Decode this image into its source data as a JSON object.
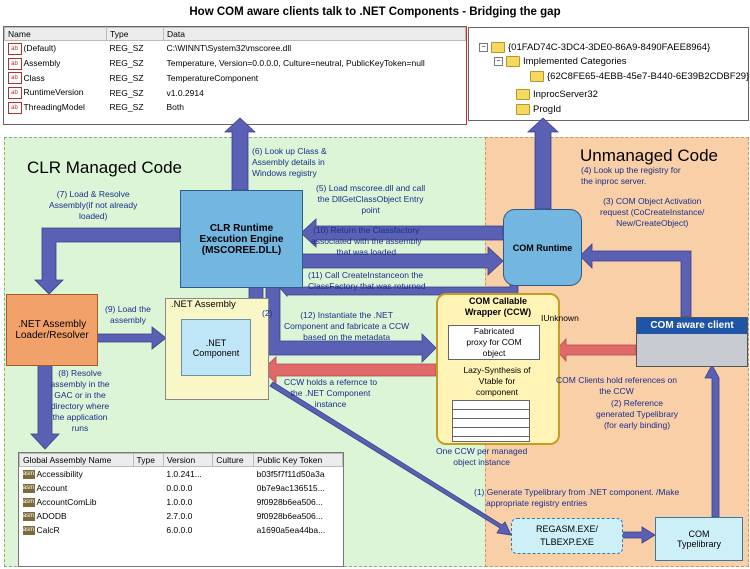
{
  "title": "How COM aware clients talk to .NET Components   -   Bridging the gap",
  "registry": {
    "columns": [
      "Name",
      "Type",
      "Data"
    ],
    "rows": [
      {
        "name": "(Default)",
        "type": "REG_SZ",
        "data": "C:\\WINNT\\System32\\mscoree.dll"
      },
      {
        "name": "Assembly",
        "type": "REG_SZ",
        "data": "Temperature, Version=0.0.0.0, Culture=neutral, PublicKeyToken=null"
      },
      {
        "name": "Class",
        "type": "REG_SZ",
        "data": "TemperatureComponent"
      },
      {
        "name": "RuntimeVersion",
        "type": "REG_SZ",
        "data": "v1.0.2914"
      },
      {
        "name": "ThreadingModel",
        "type": "REG_SZ",
        "data": "Both"
      }
    ]
  },
  "tree": {
    "root": "{01FAD74C-3DC4-3DE0-86A9-8490FAEE8964}",
    "implemented": "Implemented Categories",
    "category": "{62C8FE65-4EBB-45e7-B440-6E39B2CDBF29}",
    "inproc": "InprocServer32",
    "progid": "ProgId"
  },
  "panels": {
    "managed": "CLR Managed Code",
    "unmanaged": "Unmanaged Code"
  },
  "boxes": {
    "clr_line1": "CLR Runtime",
    "clr_line2": "Execution Engine",
    "clr_line3": "(MSCOREE.DLL)",
    "com_runtime": "COM Runtime",
    "loader_line1": ".NET Assembly",
    "loader_line2": "Loader/Resolver",
    "net_assembly": ".NET Assembly",
    "net_component_line1": ".NET",
    "net_component_line2": "Component",
    "ccw_title_line1": "COM Callable",
    "ccw_title_line2": "Wrapper (CCW)",
    "fabricated_line1": "Fabricated",
    "fabricated_line2": "proxy for COM",
    "fabricated_line3": "object",
    "lazy_line1": "Lazy-Synthesis of",
    "lazy_line2": "Vtable for",
    "lazy_line3": "component",
    "iunknown": "IUnknown",
    "com_client": "COM aware client",
    "regasm_line1": "REGASM.EXE/",
    "regasm_line2": "TLBEXP.EXE",
    "com_tl_line1": "COM",
    "com_tl_line2": "Typelibrary"
  },
  "notes": {
    "n6": [
      "(6) Look up Class &",
      "Assembly details in",
      "Windows registry"
    ],
    "n4": [
      "(4) Look up the registry for",
      "the inproc server."
    ],
    "n3": [
      "(3) COM Object Activation",
      "request (CoCreateInstance/",
      "New/CreateObject)"
    ],
    "n7": [
      "(7) Load & Resolve",
      "Assembly(if not already",
      "loaded)"
    ],
    "n5": [
      "(5) Load  mscoree.dll and call",
      "the DllGetClassObject Entry",
      "point"
    ],
    "n10": [
      "(10) Return the Classfactory",
      "associated with the assembly",
      "that was loaded"
    ],
    "n11": [
      "(11) Call CreateInstanceon the",
      "ClassFactory that was returned"
    ],
    "n9": [
      "(9) Load the",
      "assembly"
    ],
    "n2a": "(2)",
    "n12": [
      "(12) Instantiate the  .NET",
      "Component and fabricate a  CCW",
      "based on the metadata"
    ],
    "n8": [
      "(8) Resolve",
      "assembly in the",
      "GAC or in the",
      "directory  where",
      "the application",
      "runs"
    ],
    "ccwref": [
      "CCW holds a refernce to",
      "the .NET Component",
      "instance"
    ],
    "clientref": [
      "COM Clients hold references on",
      "the CCW"
    ],
    "n2": [
      "(2) Reference",
      "generated Typelibrary",
      "(for early binding)"
    ],
    "oneccw": [
      "One CCW per managed",
      "object instance"
    ],
    "n1": [
      "(1) Generate Typelibrary from .NET component. /Make",
      "appropriate registry entries"
    ]
  },
  "gac": {
    "columns": [
      "Global Assembly Name",
      "Type",
      "Version",
      "Culture",
      "Public Key Token"
    ],
    "rows": [
      {
        "name": "Accessibility",
        "type": "",
        "version": "1.0.241...",
        "culture": "",
        "token": "b03f5f7f11d50a3a"
      },
      {
        "name": "Account",
        "type": "",
        "version": "0.0.0.0",
        "culture": "",
        "token": "0b7e9ac136515..."
      },
      {
        "name": "AccountComLib",
        "type": "",
        "version": "1.0.0.0",
        "culture": "",
        "token": "9f0928b6ea506..."
      },
      {
        "name": "ADODB",
        "type": "",
        "version": "2.7.0.0",
        "culture": "",
        "token": "9f0928b6ea506..."
      },
      {
        "name": "CalcR",
        "type": "",
        "version": "6.0.0.0",
        "culture": "",
        "token": "a1690a5ea44ba..."
      }
    ]
  },
  "icons": {
    "registry_value": "ab",
    "assembly": "asm"
  },
  "colors": {
    "managed_bg": "#dbf5d6",
    "unmanaged_bg": "#f9cfa8",
    "arrow": "#5a60b4",
    "arrow_red": "#e06a6a"
  }
}
